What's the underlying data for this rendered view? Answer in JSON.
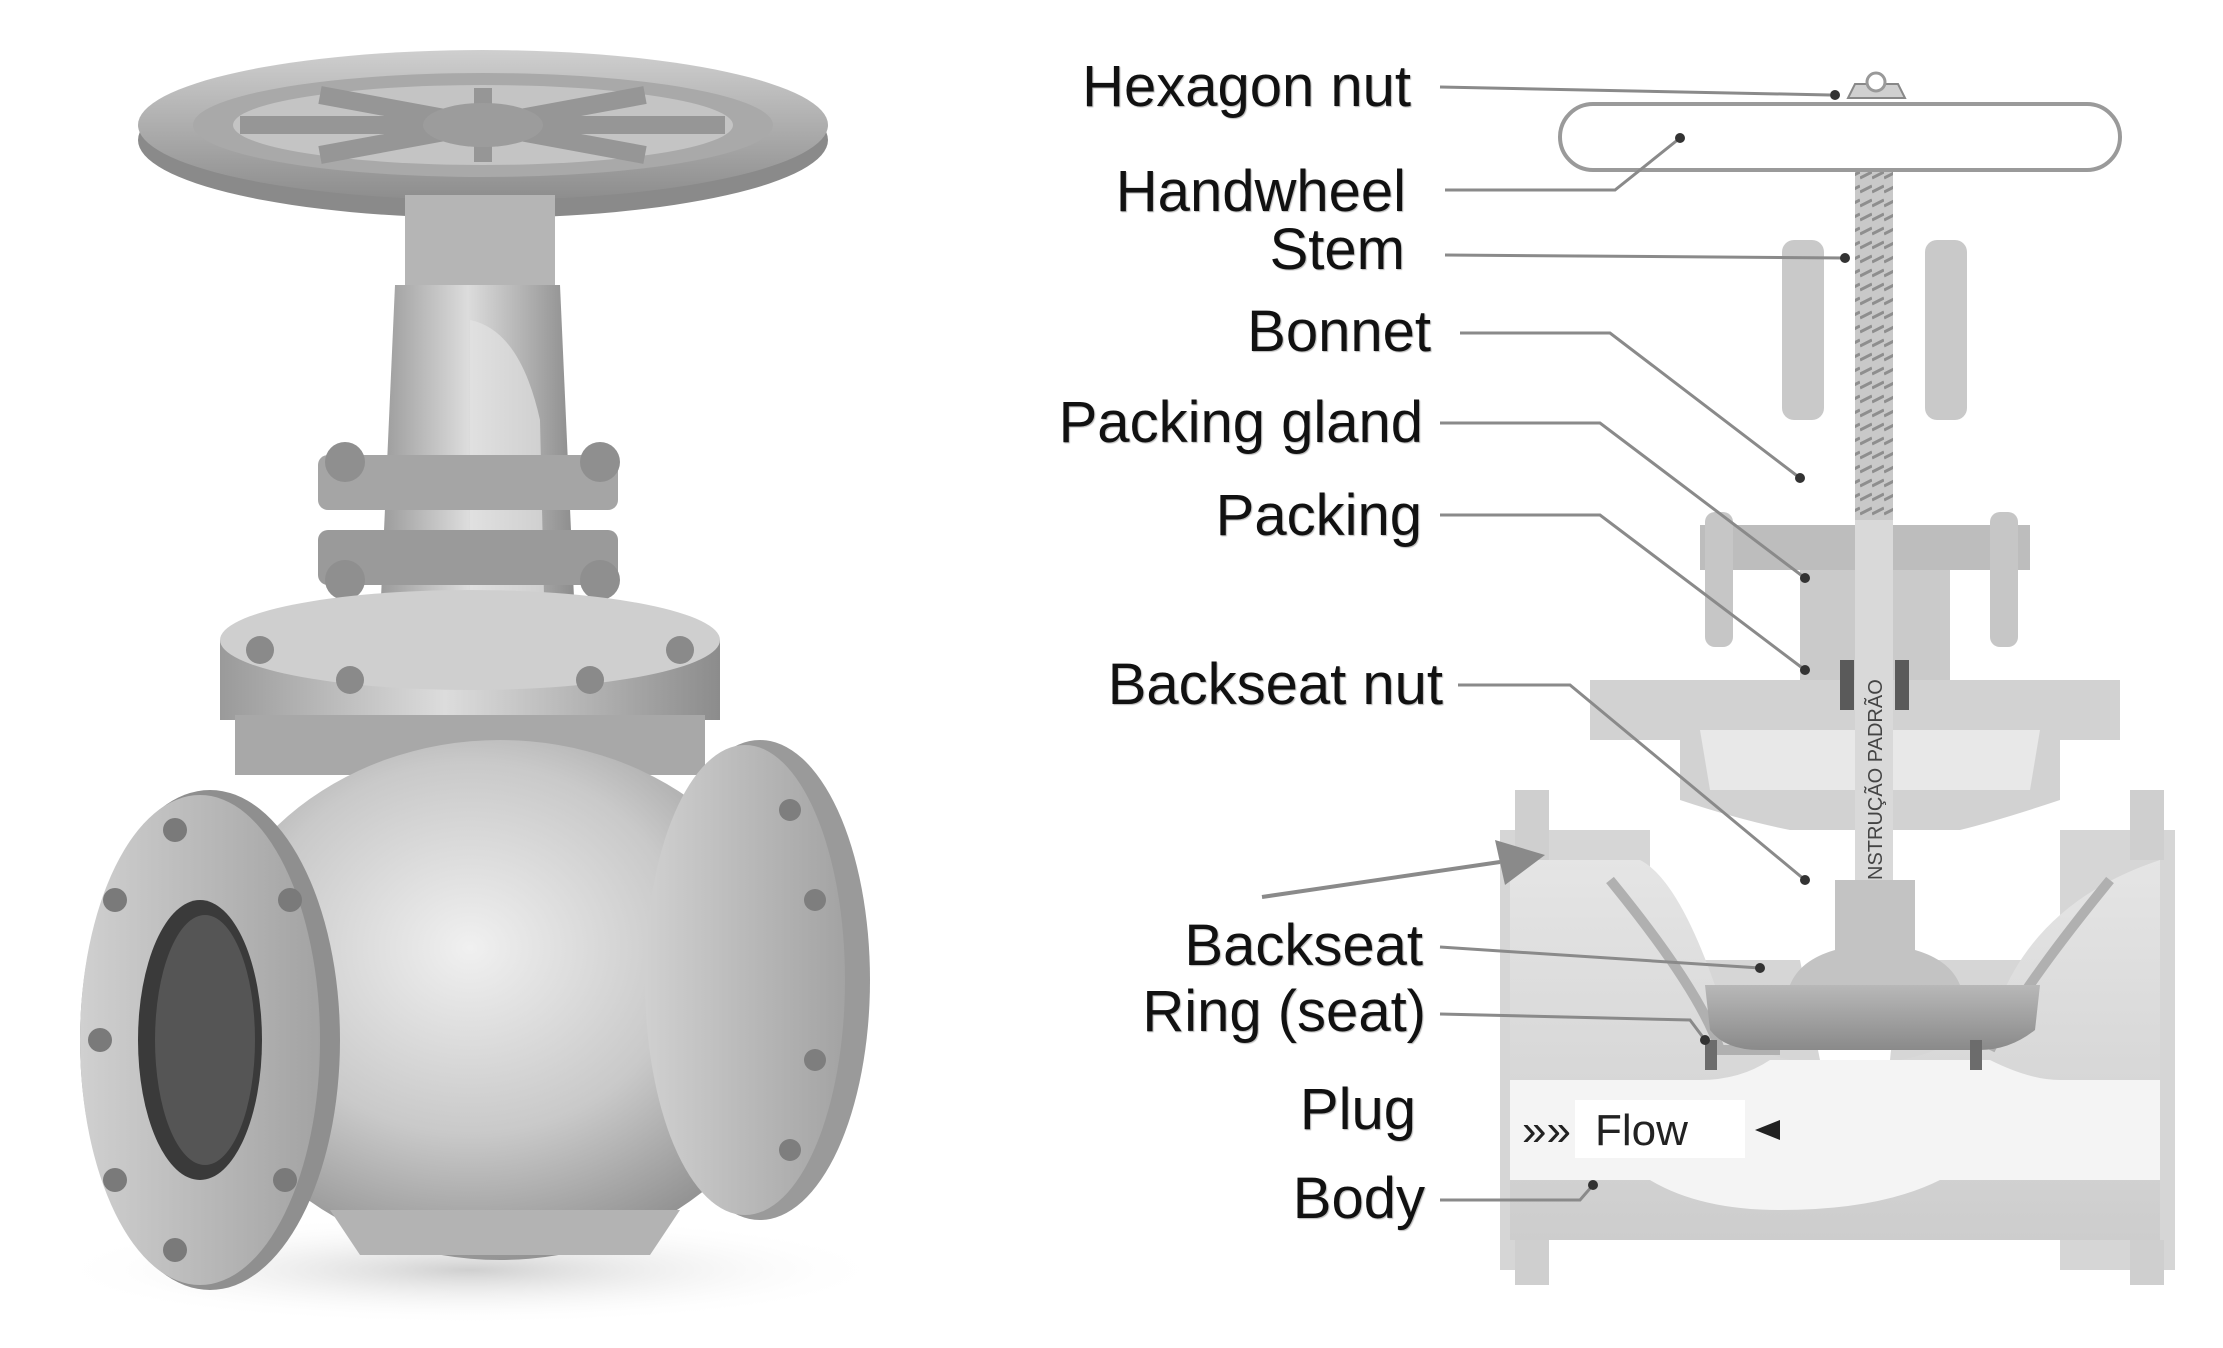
{
  "labels": {
    "hexagon_nut": "Hexagon nut",
    "handwheel": "Handwheel",
    "stem": "Stem",
    "bonnet": "Bonnet",
    "packing_gland": "Packing gland",
    "packing": "Packing",
    "backseat_nut": "Backseat nut",
    "backseat": "Backseat",
    "ring_seat": "Ring (seat)",
    "plug": "Plug",
    "body": "Body"
  },
  "flow": {
    "label": "Flow",
    "marks": "»»"
  },
  "stem_stamp": "CONSTRUÇÃO PADRÃO",
  "colors": {
    "metal_light": "#d8d8d8",
    "metal_mid": "#b9b9b9",
    "metal_dark": "#8e8e8e",
    "leader": "#8a8a8a",
    "label_text": "#111111"
  }
}
